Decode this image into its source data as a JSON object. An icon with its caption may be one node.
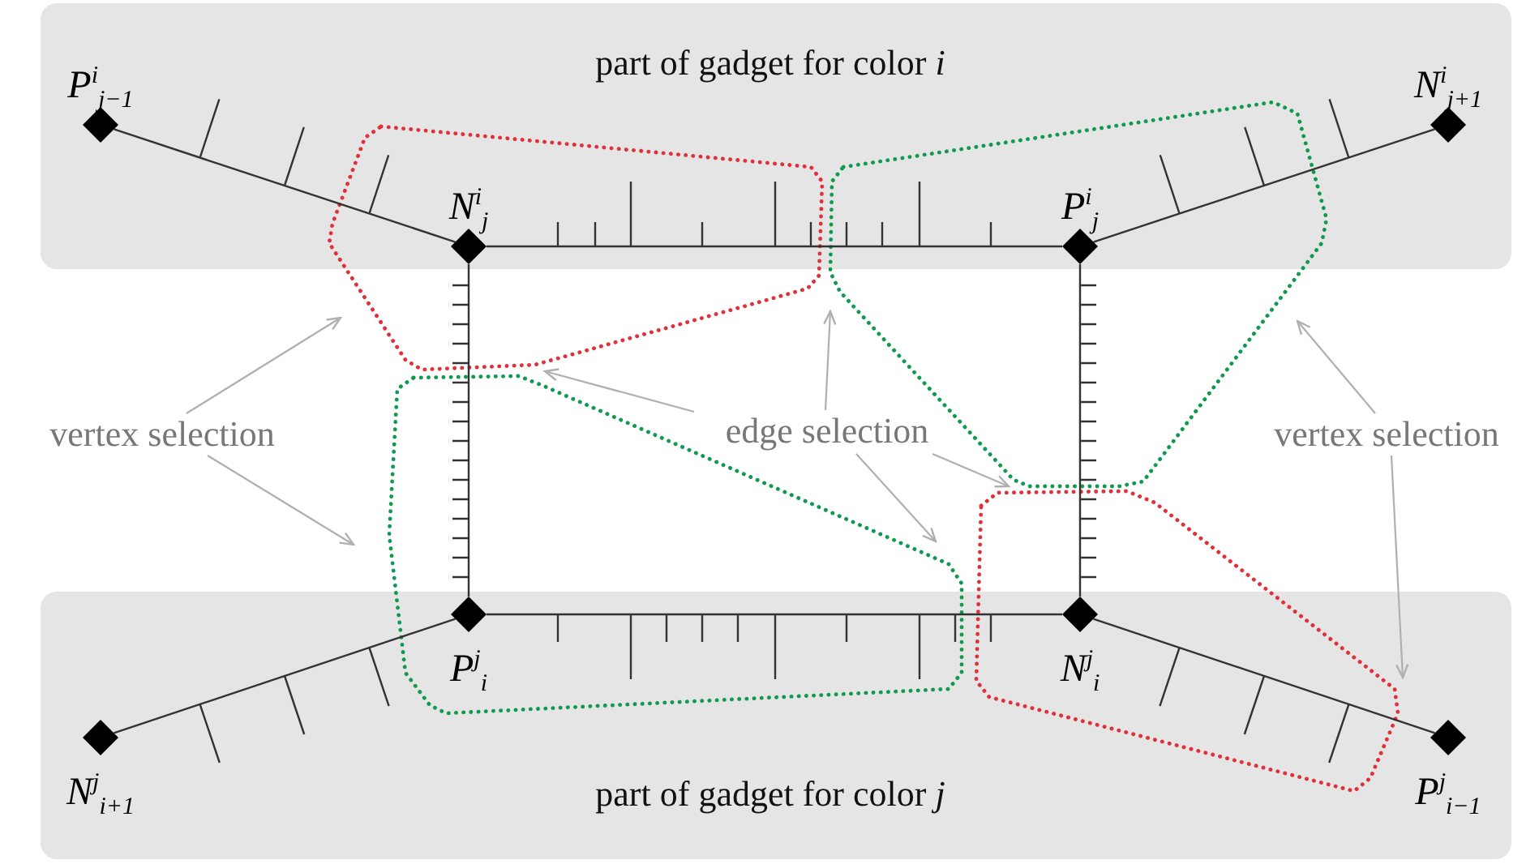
{
  "diagram": {
    "nodes": [
      {
        "text": [
          "part of gadget for color *i*"
        ]
      },
      {
        "text": [
          "P$^{i}$$_{j−1}$"
        ],
        "in": 0
      },
      {
        "text": [
          "N$^{i}$$_{j}$"
        ],
        "in": 0
      },
      {
        "text": [
          "P$^{i}$$_{j}$"
        ],
        "in": 0
      },
      {
        "text": [
          "N$^{i}$$_{j+1}$"
        ],
        "in": 0
      },
      {
        "text": [
          "part of gadget for color *j*"
        ]
      },
      {
        "text": [
          "N$^{j}$$_{i+1}$"
        ],
        "in": 5
      },
      {
        "text": [
          "P$^{j}$$_{i}$"
        ],
        "in": 5
      },
      {
        "text": [
          "N$^{j}$$_{i}$"
        ],
        "in": 5
      },
      {
        "text": [
          "P$^{j}$$_{i−1}$"
        ],
        "in": 5
      },
      {
        "text": [
          "vertex selection"
        ]
      },
      {
        "text": [
          "edge selection"
        ]
      },
      {
        "text": [
          "vertex selection"
        ]
      }
    ],
    "edges": [
      {
        "from": 1,
        "to": 2,
        "arrow": "none"
      },
      {
        "from": 2,
        "to": 3,
        "arrow": "none"
      },
      {
        "from": 3,
        "to": 4,
        "arrow": "none"
      },
      {
        "from": 2,
        "to": 7,
        "arrow": "none"
      },
      {
        "from": 3,
        "to": 8,
        "arrow": "none"
      },
      {
        "from": 7,
        "to": 6,
        "arrow": "none"
      },
      {
        "from": 7,
        "to": 8,
        "arrow": "none"
      },
      {
        "from": 8,
        "to": 9,
        "arrow": "none"
      },
      {
        "from": 10,
        "to": null,
        "arrow": "to",
        "color": "#b0b0b0"
      },
      {
        "from": 10,
        "to": null,
        "arrow": "to",
        "color": "#b0b0b0"
      },
      {
        "from": 11,
        "to": null,
        "arrow": "to",
        "color": "#b0b0b0"
      },
      {
        "from": 11,
        "to": null,
        "arrow": "to",
        "color": "#b0b0b0"
      },
      {
        "from": 11,
        "to": null,
        "arrow": "to",
        "color": "#b0b0b0"
      },
      {
        "from": 11,
        "to": null,
        "arrow": "to",
        "color": "#b0b0b0"
      },
      {
        "from": 12,
        "to": null,
        "arrow": "to",
        "color": "#b0b0b0"
      },
      {
        "from": 12,
        "to": null,
        "arrow": "to",
        "color": "#b0b0b0"
      }
    ]
  }
}
